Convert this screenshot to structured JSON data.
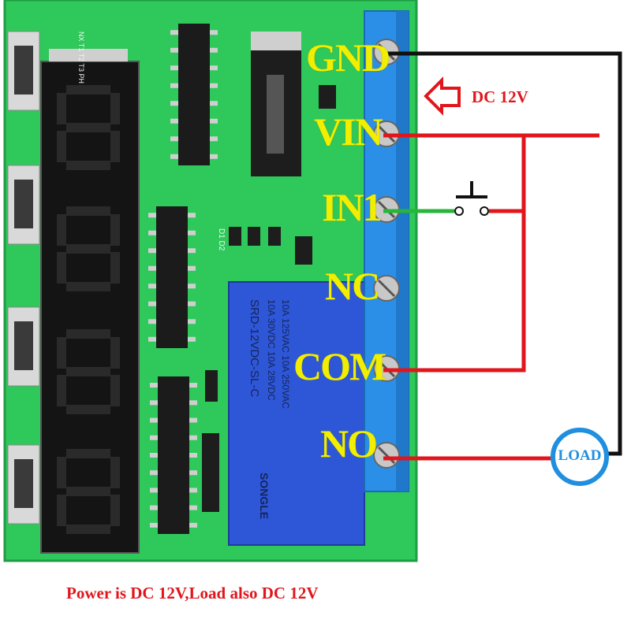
{
  "board": {
    "pcb_color": "#2fc85a",
    "relay_color": "#2e57d8",
    "terminal_color": "#2b8fe8",
    "display_color": "#141414",
    "segment_color": "#2a2a2a"
  },
  "terminals": [
    {
      "label": "GND"
    },
    {
      "label": "VIN"
    },
    {
      "label": "IN1"
    },
    {
      "label": "NC"
    },
    {
      "label": "COM"
    },
    {
      "label": "NO"
    }
  ],
  "relay_text": {
    "model": "SRD-12VDC-SL-C",
    "rating_1": "10A 30VDC 10A 28VDC",
    "rating_2": "10A 125VAC 10A 250VAC",
    "brand": "SONGLE"
  },
  "silkscreen": {
    "top_labels": "NX T1 T2 T3 PH",
    "led_labels": "D1 D2"
  },
  "wiring": {
    "power_label": "DC 12V",
    "load_label": "LOAD",
    "wire_black": "#111111",
    "wire_red": "#e0161c",
    "wire_green": "#27b53a",
    "load_ring_color": "#1f8fe0"
  },
  "caption": "Power is DC 12V,Load also DC 12V"
}
